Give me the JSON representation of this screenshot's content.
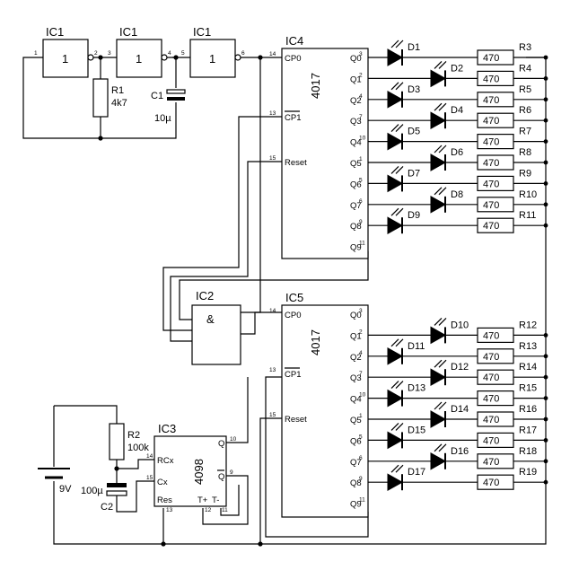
{
  "circuit": {
    "inverters": [
      {
        "label": "IC1",
        "symbol": "1",
        "pin_in": "1",
        "pin_out": "2"
      },
      {
        "label": "IC1",
        "symbol": "1",
        "pin_in": "3",
        "pin_out": "4"
      },
      {
        "label": "IC1",
        "symbol": "1",
        "pin_in": "5",
        "pin_out": "6"
      }
    ],
    "r1": {
      "name": "R1",
      "value": "4k7"
    },
    "c1": {
      "name": "C1",
      "value": "10µ"
    },
    "ic4": {
      "label": "IC4",
      "part": "4017"
    },
    "ic5": {
      "label": "IC5",
      "part": "4017"
    },
    "ic2": {
      "label": "IC2",
      "symbol": "&"
    },
    "ic3": {
      "label": "IC3",
      "part": "4098"
    },
    "counter_inputs": [
      {
        "name": "CP0",
        "pin": "14"
      },
      {
        "name": "CP1",
        "pin": "13"
      },
      {
        "name": "Reset",
        "pin": "15"
      }
    ],
    "counter_outputs": [
      {
        "name": "Q0",
        "pin": "3"
      },
      {
        "name": "Q1",
        "pin": "2"
      },
      {
        "name": "Q2",
        "pin": "4"
      },
      {
        "name": "Q3",
        "pin": "7"
      },
      {
        "name": "Q4",
        "pin": "10"
      },
      {
        "name": "Q5",
        "pin": "1"
      },
      {
        "name": "Q6",
        "pin": "5"
      },
      {
        "name": "Q7",
        "pin": "6"
      },
      {
        "name": "Q8",
        "pin": "9"
      },
      {
        "name": "Q9",
        "pin": "11"
      }
    ],
    "diodes_top": [
      "D1",
      "D2",
      "D3",
      "D4",
      "D5",
      "D6",
      "D7",
      "D8",
      "D9"
    ],
    "diodes_bottom": [
      "D10",
      "D11",
      "D12",
      "D13",
      "D14",
      "D15",
      "D16",
      "D17"
    ],
    "resistors_top": [
      "R3",
      "R4",
      "R5",
      "R6",
      "R7",
      "R8",
      "R9",
      "R10",
      "R11"
    ],
    "resistors_bottom": [
      "R12",
      "R13",
      "R14",
      "R15",
      "R16",
      "R17",
      "R18",
      "R19"
    ],
    "led_resistor_value": "470",
    "ic3_pins": {
      "rcx": "RCx",
      "rcx_pin": "14",
      "cx": "Cx",
      "cx_pin": "15",
      "res": "Res",
      "res_pin": "13",
      "q": "Q",
      "q_pin": "10",
      "qbar": "Q",
      "qbar_pin": "9",
      "tplus": "T+",
      "tplus_pin": "12",
      "tminus": "T-",
      "tminus_pin": "11"
    },
    "r2": {
      "name": "R2",
      "value": "100k"
    },
    "c2": {
      "name": "C2",
      "value": "100µ"
    },
    "battery": {
      "value": "9V"
    }
  }
}
